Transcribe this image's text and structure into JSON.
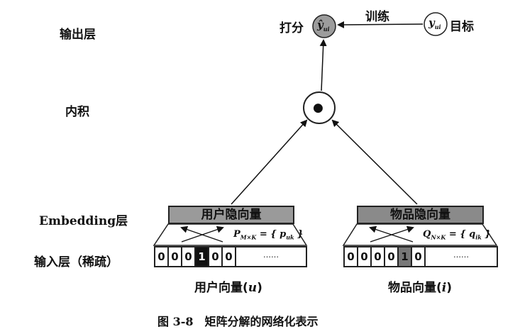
{
  "layers": {
    "output": "输出层",
    "inner": "内积",
    "embedding": "Embedding层",
    "input": "输入层（稀疏）"
  },
  "nodes": {
    "score_label": "打分",
    "score_symbol": "ŷ",
    "score_sub": "ui",
    "target_label": "目标",
    "target_symbol": "y",
    "target_sub": "ui",
    "train_label": "训练",
    "dot_symbol": "●"
  },
  "user": {
    "embedding_label": "用户隐向量",
    "matrix_label": "P",
    "matrix_sub": "M×K",
    "matrix_rhs": " = { p",
    "matrix_rhs_sub": "uk",
    "matrix_rhs_end": " }",
    "cells": [
      "0",
      "0",
      "0",
      "1",
      "0",
      "0"
    ],
    "active_index": 3,
    "dots": "……",
    "vector_label": "用户向量(",
    "vector_var": "u",
    "vector_end": ")"
  },
  "item": {
    "embedding_label": "物品隐向量",
    "matrix_label": "Q",
    "matrix_sub": "N×K",
    "matrix_rhs": " = { q",
    "matrix_rhs_sub": "ik",
    "matrix_rhs_end": " }",
    "cells": [
      "0",
      "0",
      "0",
      "0",
      "1",
      "0"
    ],
    "active_index": 4,
    "dots": "……",
    "vector_label": "物品向量(",
    "vector_var": "i",
    "vector_end": ")"
  },
  "caption": "图 3-8　矩阵分解的网络化表示"
}
